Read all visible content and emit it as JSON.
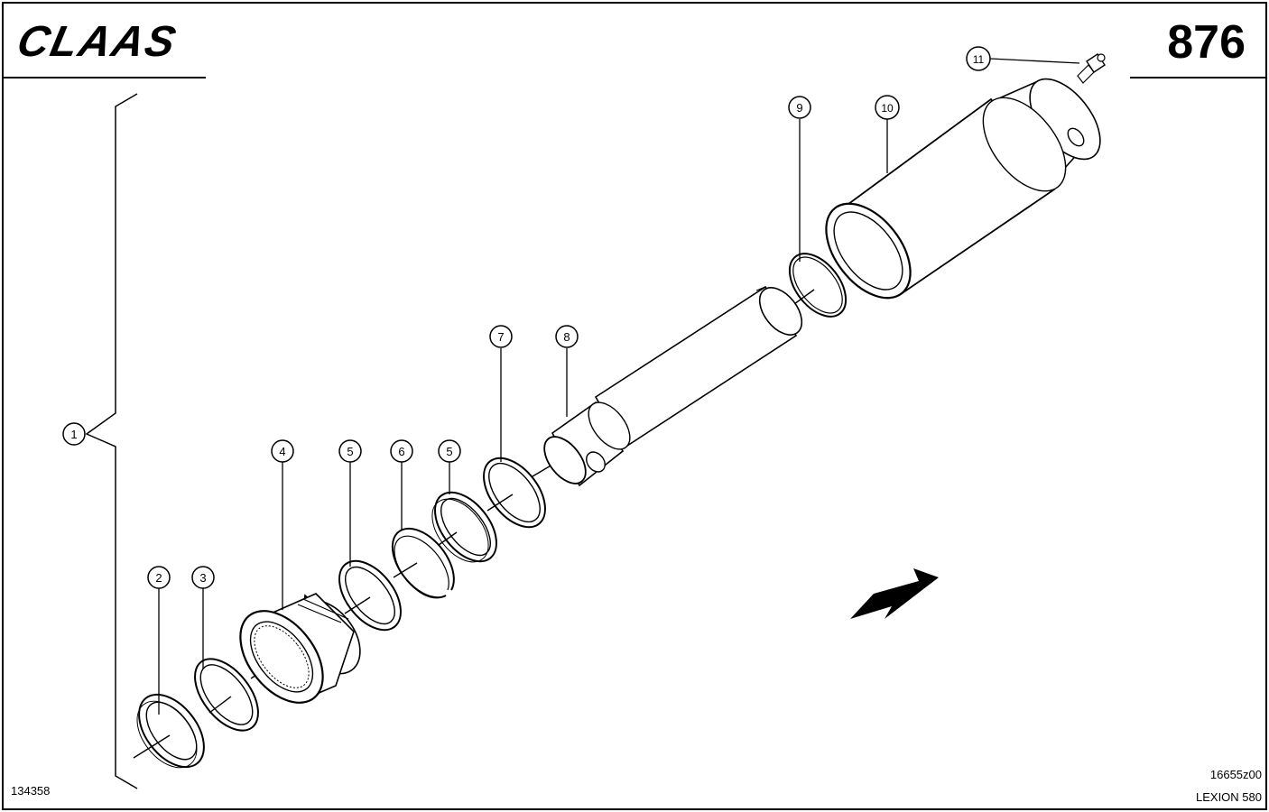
{
  "header": {
    "logo_text": "CLAAS",
    "page_number": "876"
  },
  "footer": {
    "left_code": "134358",
    "drawing_code": "16655z00",
    "model": "LEXION 580"
  },
  "callouts": [
    {
      "label": "1"
    },
    {
      "label": "2"
    },
    {
      "label": "3"
    },
    {
      "label": "4"
    },
    {
      "label": "5"
    },
    {
      "label": "6"
    },
    {
      "label": "5"
    },
    {
      "label": "7"
    },
    {
      "label": "8"
    },
    {
      "label": "9"
    },
    {
      "label": "10"
    },
    {
      "label": "11"
    }
  ],
  "colors": {
    "ink": "#000000",
    "paper": "#ffffff"
  }
}
